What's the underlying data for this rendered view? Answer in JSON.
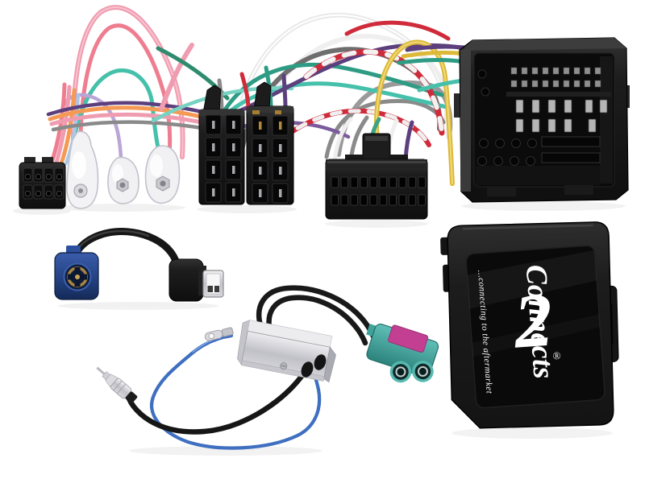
{
  "photo": {
    "subject": "Car audio interface wiring-harness kit product photo",
    "background": "#ffffff"
  },
  "interface_box": {
    "brand_script": "Connects",
    "brand_numeral": "2",
    "registered_mark": "®",
    "tagline": "...connecting to the aftermarket",
    "body_color": "#1b1b1b",
    "label_color": "#0a0a0a",
    "logo_color": "#ffffff"
  },
  "components": [
    {
      "id": "wire-tangle",
      "label": "loose colored harness wires"
    },
    {
      "id": "micro-8pin-connector",
      "label": "black 8-pin micro connector"
    },
    {
      "id": "crimp-terminals",
      "label": "three clear bullet crimp terminals"
    },
    {
      "id": "iso-connector-a",
      "label": "ISO block connector A"
    },
    {
      "id": "iso-connector-b",
      "label": "ISO block connector B"
    },
    {
      "id": "pin20-connector",
      "label": "20-pin head-unit connector"
    },
    {
      "id": "quadlock-connector",
      "label": "Quadlock vehicle connector"
    },
    {
      "id": "interface-box",
      "label": "steering-wheel interface box"
    },
    {
      "id": "fakra-usb-adapter",
      "label": "HSD Fakra to USB adapter lead"
    },
    {
      "id": "antenna-amplifier",
      "label": "antenna amplifier with DIN plug and twin Fakra"
    }
  ],
  "colors": {
    "wire_pink": "#f09cb0",
    "wire_salmon": "#ef7d90",
    "wire_orange": "#f59a55",
    "wire_teal": "#45c0ab",
    "wire_green": "#2e9c84",
    "wire_purple": "#5c3f7d",
    "wire_lavender": "#b9a6d6",
    "wire_gray": "#8a8a8a",
    "wire_white": "#efefef",
    "wire_red": "#cf2b3a",
    "wire_yellow": "#ddb93a",
    "wire_blue": "#3f6fc0",
    "black_plastic": "#1a1a1a",
    "silver_metal": "#c9c9cf",
    "fakra_blue": "#2b4c9c",
    "fakra_teal": "#3fa9a2",
    "fakra_pink": "#c2388f"
  }
}
